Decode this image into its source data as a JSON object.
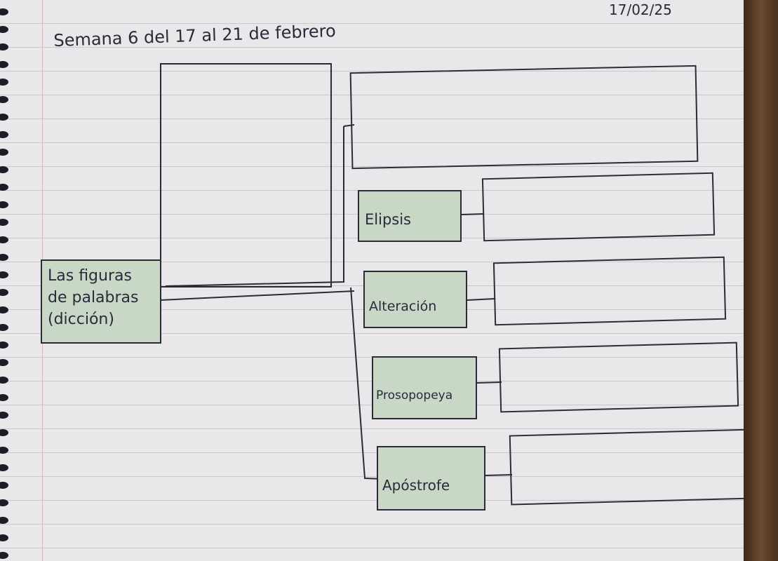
{
  "header": {
    "date": "17/02/25",
    "title": "Semana 6 del 17 al 21 de febrero"
  },
  "root": {
    "lines": [
      "Las figuras",
      "de palabras",
      "(dicción)"
    ]
  },
  "branches": [
    {
      "label": ""
    },
    {
      "label": "Elipsis"
    },
    {
      "label": "Alteración"
    },
    {
      "label": "Prosopopeya"
    },
    {
      "label": "Apóstrofe"
    }
  ],
  "colors": {
    "fill": "#c9d8c6",
    "ink": "#2c2c38",
    "paper": "#e9e7ea"
  }
}
